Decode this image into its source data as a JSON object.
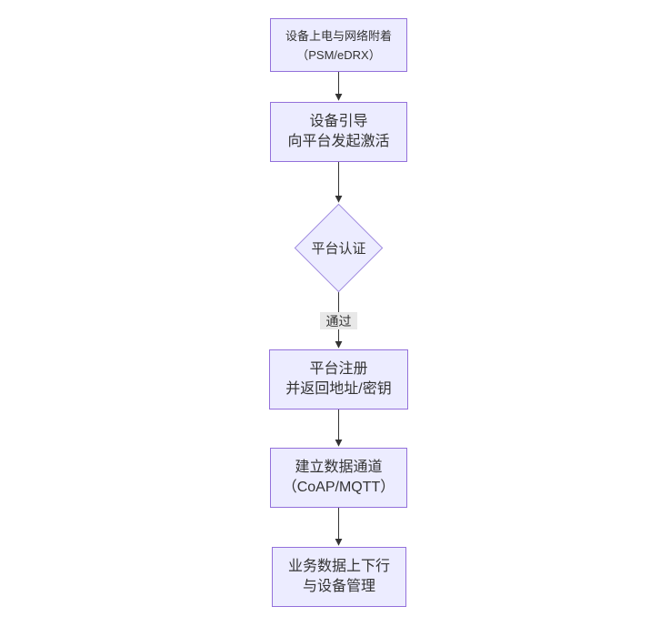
{
  "diagram": {
    "type": "flowchart",
    "direction": "top-down",
    "colors": {
      "background": "#ffffff",
      "node_fill": "#ECECFF",
      "node_border": "#9370DB",
      "edge_line": "#333333",
      "edge_label_bg": "#e8e8e8",
      "text": "#333333"
    },
    "nodes": [
      {
        "id": "device-power-attach",
        "shape": "rect",
        "lines": [
          "设备上电与网络附着",
          "（PSM/eDRX）"
        ]
      },
      {
        "id": "device-bootstrap",
        "shape": "rect",
        "lines": [
          "设备引导",
          "向平台发起激活"
        ]
      },
      {
        "id": "platform-auth",
        "shape": "diamond",
        "lines": [
          "平台认证"
        ]
      },
      {
        "id": "platform-register",
        "shape": "rect",
        "lines": [
          "平台注册",
          "并返回地址/密钥"
        ]
      },
      {
        "id": "data-channel",
        "shape": "rect",
        "lines": [
          "建立数据通道",
          "（CoAP/MQTT）"
        ]
      },
      {
        "id": "business-data",
        "shape": "rect",
        "lines": [
          "业务数据上下行",
          "与设备管理"
        ]
      }
    ],
    "edges": [
      {
        "from": "device-power-attach",
        "to": "device-bootstrap",
        "label": ""
      },
      {
        "from": "device-bootstrap",
        "to": "platform-auth",
        "label": ""
      },
      {
        "from": "platform-auth",
        "to": "platform-register",
        "label": "通过"
      },
      {
        "from": "platform-register",
        "to": "data-channel",
        "label": ""
      },
      {
        "from": "data-channel",
        "to": "business-data",
        "label": ""
      }
    ]
  }
}
